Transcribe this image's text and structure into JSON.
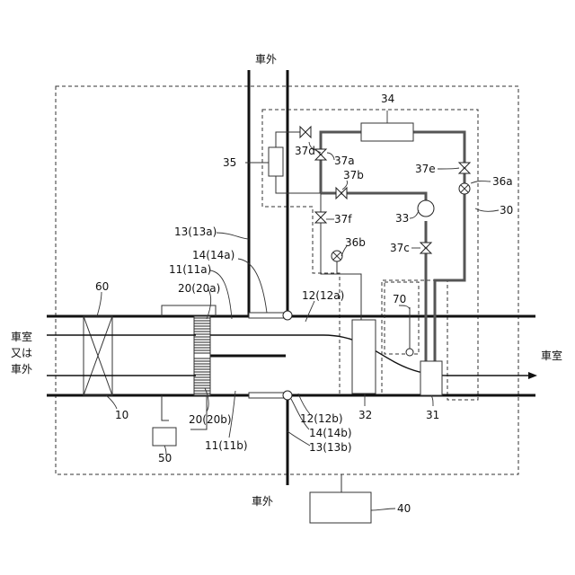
{
  "labels": {
    "outside_top": "車外",
    "outside_bottom": "車外",
    "cabin_right": "車室",
    "inlet_line1": "車室",
    "inlet_line2": "又は",
    "inlet_line3": "車外",
    "ref_34": "34",
    "ref_35": "35",
    "ref_37d": "37d",
    "ref_37a": "37a",
    "ref_37b": "37b",
    "ref_37e": "37e",
    "ref_36a": "36a",
    "ref_30": "30",
    "ref_33": "33",
    "ref_37f": "37f",
    "ref_36b": "36b",
    "ref_37c": "37c",
    "ref_13a": "13(13a)",
    "ref_14a": "14(14a)",
    "ref_11a": "11(11a)",
    "ref_20a": "20(20a)",
    "ref_60": "60",
    "ref_12a": "12(12a)",
    "ref_70": "70",
    "ref_10": "10",
    "ref_20b": "20(20b)",
    "ref_11b": "11(11b)",
    "ref_12b": "12(12b)",
    "ref_14b": "14(14b)",
    "ref_13b": "13(13b)",
    "ref_32": "32",
    "ref_31": "31",
    "ref_50": "50",
    "ref_40": "40"
  }
}
